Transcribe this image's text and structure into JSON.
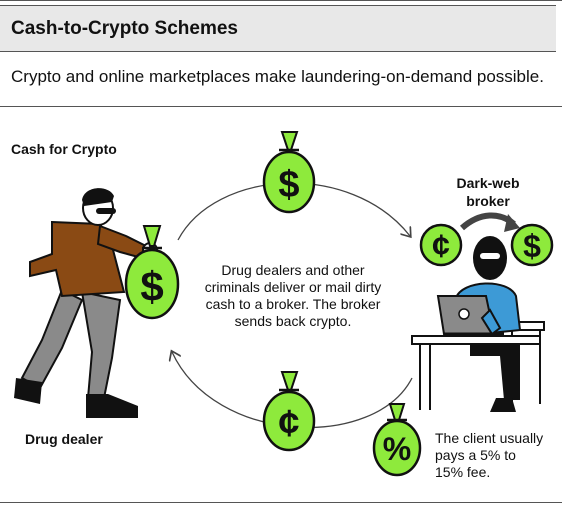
{
  "header": {
    "title": "Cash-to-Crypto Schemes",
    "subtitle": "Crypto and online marketplaces make laundering-on-demand possible."
  },
  "diagram": {
    "section_label": "Cash for Crypto",
    "dealer_label": "Drug dealer",
    "broker_label_line1": "Dark-web",
    "broker_label_line2": "broker",
    "description": "Drug dealers and other criminals deliver or mail dirty cash to a broker. The broker sends back crypto.",
    "fee_note": "The client usually pays a 5% to 15% fee.",
    "bag_top_symbol": "$",
    "bag_bottom_symbol": "¢",
    "bag_dealer_symbol": "$",
    "coin_left_symbol": "¢",
    "coin_right_symbol": "$",
    "fee_bag_symbol": "%"
  },
  "colors": {
    "money_green": "#8eea3c",
    "shirt_brown": "#8a4a14",
    "pants_gray": "#8a8a8a",
    "broker_blue": "#3d9ad6",
    "title_bg": "#e8e8e8"
  }
}
